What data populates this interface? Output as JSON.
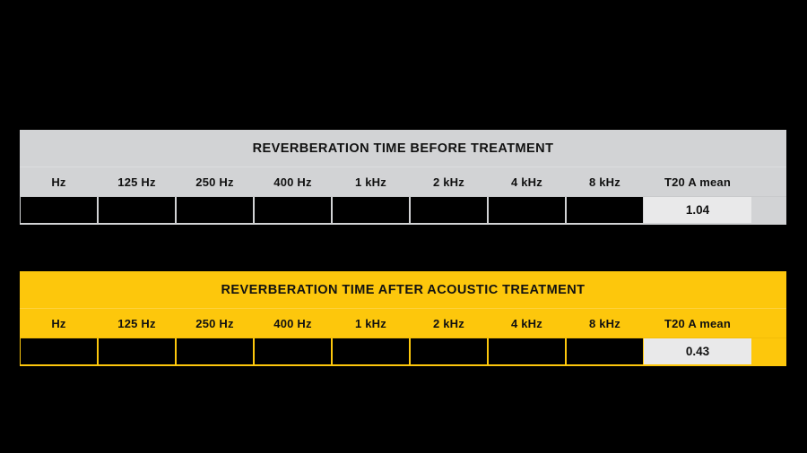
{
  "theme": {
    "background": "#000000",
    "grey_header": "#d2d3d5",
    "yellow_header": "#fdc70c",
    "mean_cell_bg": "#e9e9ea",
    "text": "#111111",
    "data_cell": "#000000"
  },
  "tables": [
    {
      "id": "before",
      "title": "REVERBERATION TIME BEFORE TREATMENT",
      "accent": "#d2d3d5",
      "columns": [
        {
          "label": "Hz"
        },
        {
          "label": "125 Hz"
        },
        {
          "label": "250 Hz"
        },
        {
          "label": "400 Hz"
        },
        {
          "label": "1 kHz"
        },
        {
          "label": "2 kHz"
        },
        {
          "label": "4 kHz"
        },
        {
          "label": "8 kHz"
        },
        {
          "label": "T20 A mean"
        }
      ],
      "row": {
        "values": [
          "",
          "",
          "",
          "",
          "",
          "",
          "",
          ""
        ],
        "mean": "1.04"
      }
    },
    {
      "id": "after",
      "title": "REVERBERATION TIME AFTER ACOUSTIC TREATMENT",
      "accent": "#fdc70c",
      "columns": [
        {
          "label": "Hz"
        },
        {
          "label": "125 Hz"
        },
        {
          "label": "250 Hz"
        },
        {
          "label": "400 Hz"
        },
        {
          "label": "1 kHz"
        },
        {
          "label": "2 kHz"
        },
        {
          "label": "4 kHz"
        },
        {
          "label": "8 kHz"
        },
        {
          "label": "T20 A mean"
        }
      ],
      "row": {
        "values": [
          "",
          "",
          "",
          "",
          "",
          "",
          "",
          ""
        ],
        "mean": "0.43"
      }
    }
  ]
}
